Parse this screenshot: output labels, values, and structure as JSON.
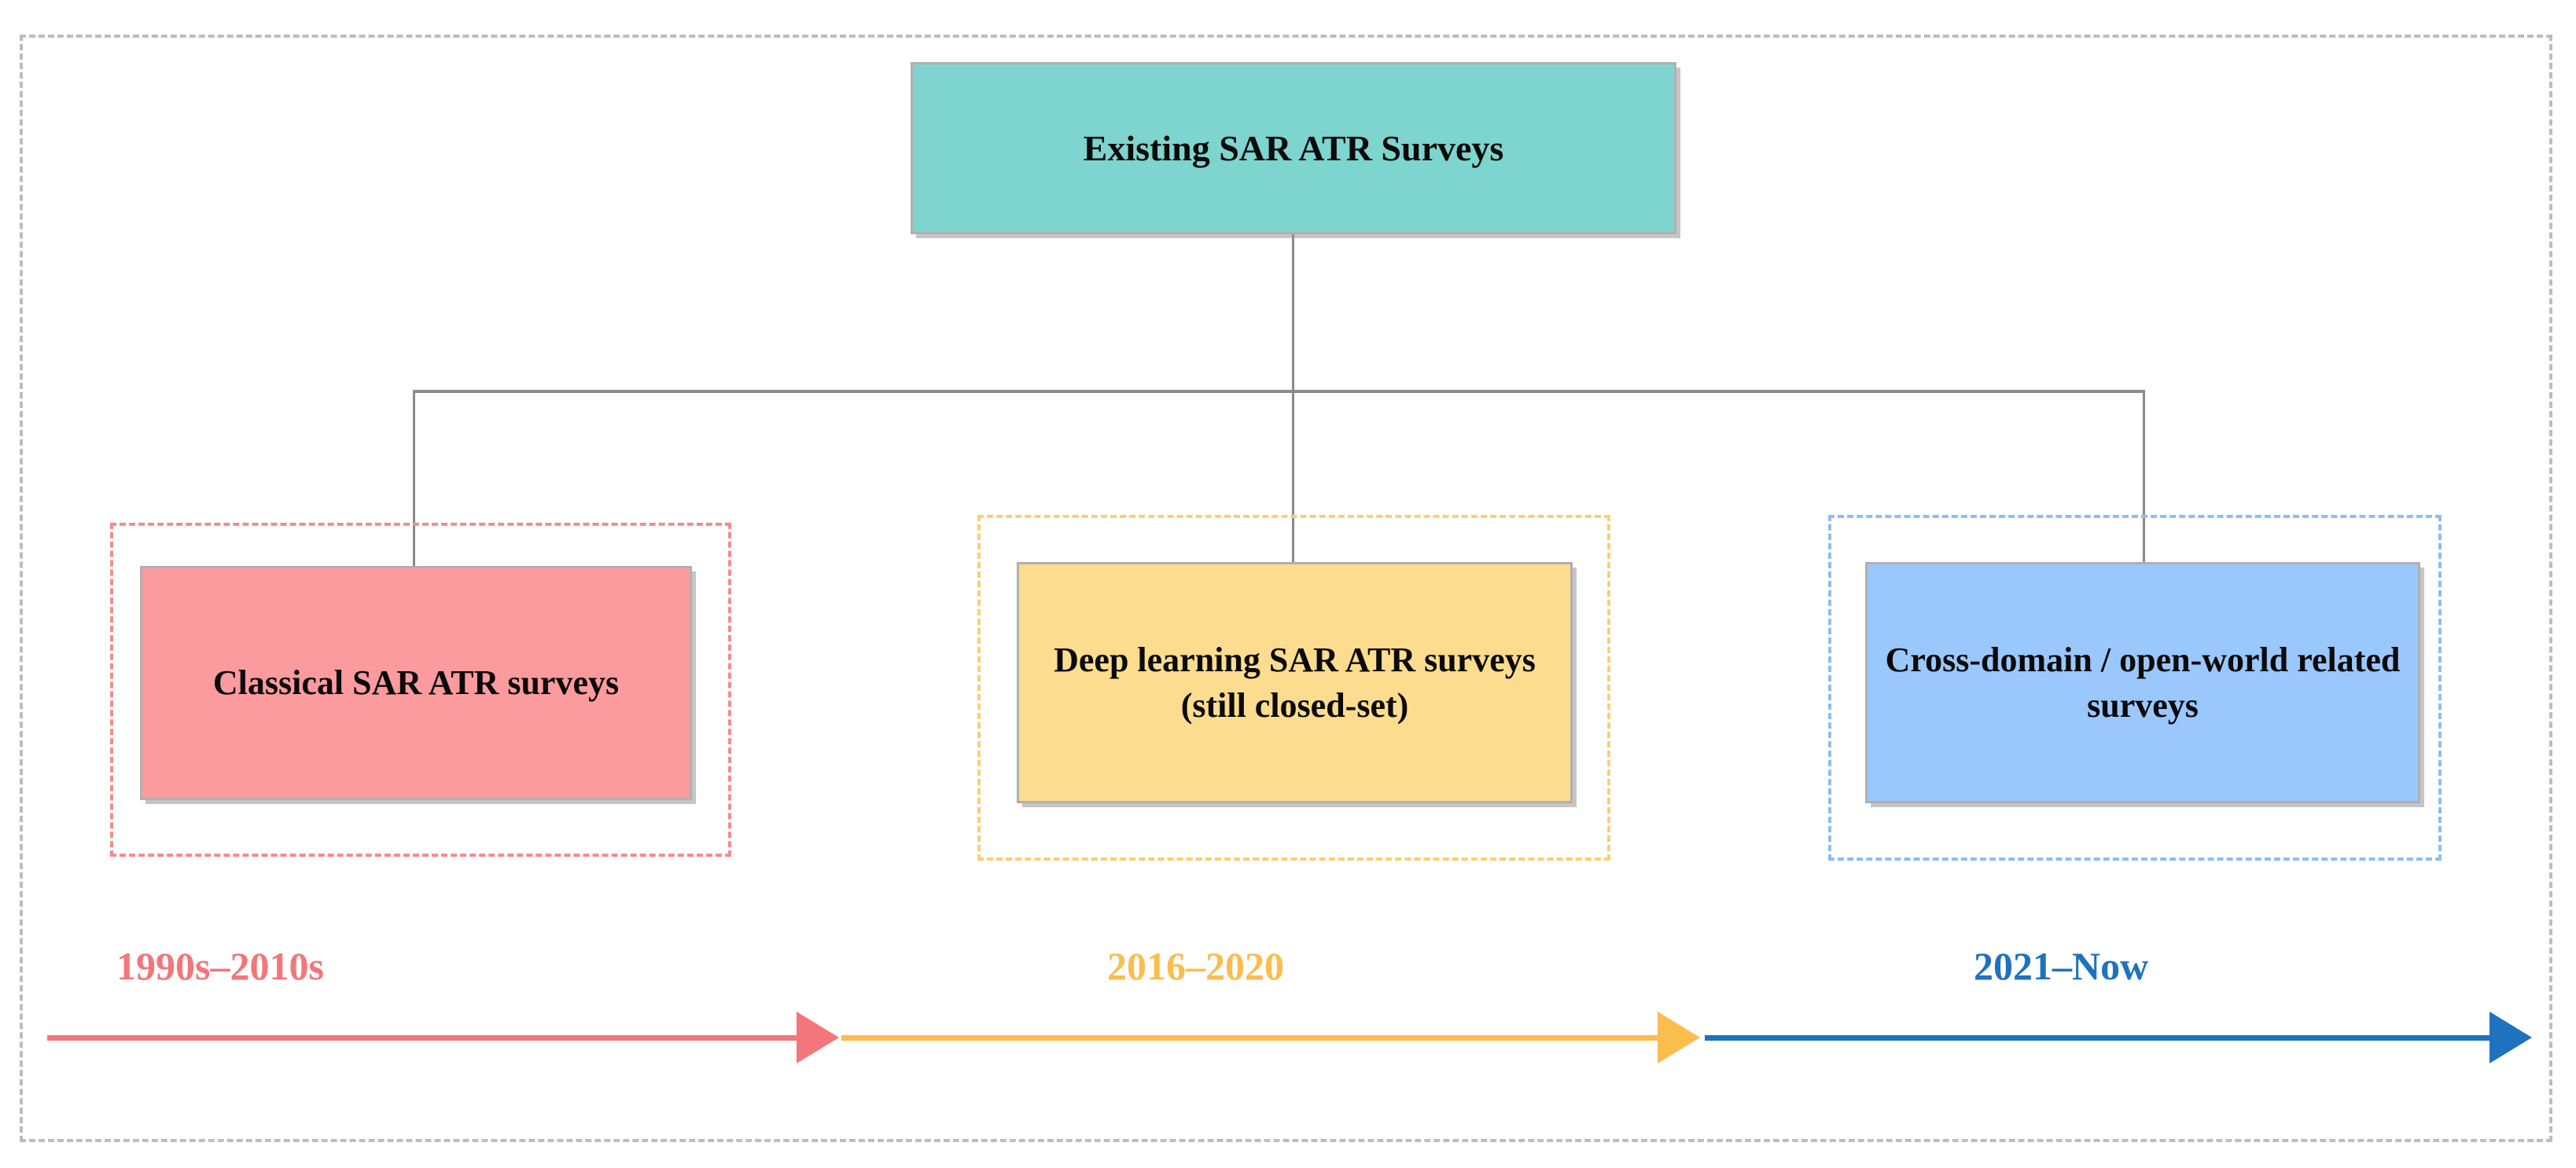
{
  "figure": {
    "type": "taxonomy-timeline-diagram",
    "root": {
      "label": "Existing SAR ATR Surveys",
      "fill": "#7ed4ce"
    },
    "branches": [
      {
        "id": "classical",
        "label": "Classical SAR ATR surveys",
        "fill": "#fc9b9d",
        "group_border": "#f58b8e",
        "period": "1990s–2010s",
        "period_color": "#f4767a"
      },
      {
        "id": "deep-learning",
        "label": "Deep learning SAR ATR surveys (still closed-set)",
        "fill": "#fcdc8e",
        "group_border": "#fbcf72",
        "period": "2016–2020",
        "period_color": "#fbbd4e"
      },
      {
        "id": "cross-domain",
        "label": "Cross-domain / open-world related surveys",
        "fill": "#9ac7fc",
        "group_border": "#8fbdf0",
        "period": "2021–Now",
        "period_color": "#1f72bd"
      }
    ],
    "colors": {
      "frame": "#bdbdbd",
      "connector": "#8a8a8a",
      "node_border": "#b0b0b0",
      "background": "#ffffff"
    },
    "timeline": {
      "orientation": "horizontal",
      "direction": "left-to-right",
      "segments": [
        "1990s–2010s",
        "2016–2020",
        "2021–Now"
      ]
    }
  }
}
